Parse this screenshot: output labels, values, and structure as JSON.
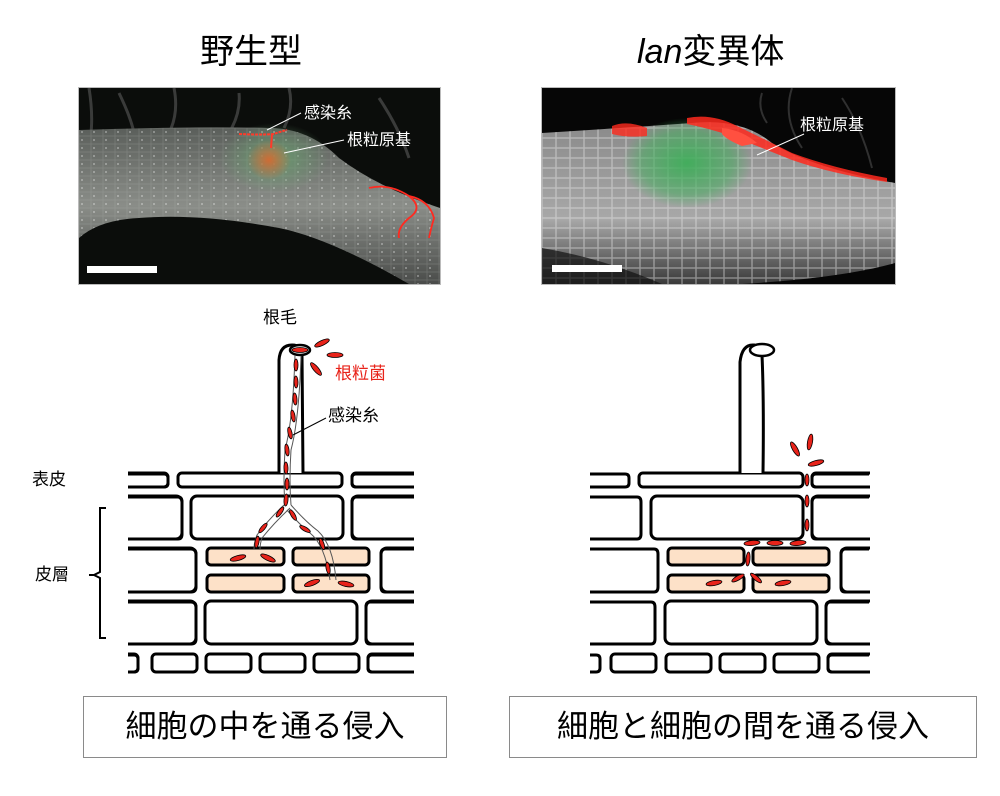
{
  "panels": {
    "left": {
      "title": "野生型",
      "photo_labels": {
        "infection_thread": "感染糸",
        "nodule_primordium": "根粒原基"
      },
      "caption": "細胞の中を通る侵入"
    },
    "right": {
      "title_italic": "lan",
      "title_rest": "変異体",
      "photo_labels": {
        "nodule_primordium": "根粒原基"
      },
      "caption": "細胞と細胞の間を通る侵入"
    }
  },
  "diagram_labels": {
    "root_hair": "根毛",
    "rhizobia": "根粒菌",
    "infection_thread": "感染糸",
    "epidermis": "表皮",
    "cortex": "皮層"
  },
  "colors": {
    "rhizobia_red": "#e8231a",
    "cortex_cell_fill": "#fde1c8",
    "photo_background": "#0a0a0a",
    "primordium_green": "#3aa65a"
  }
}
